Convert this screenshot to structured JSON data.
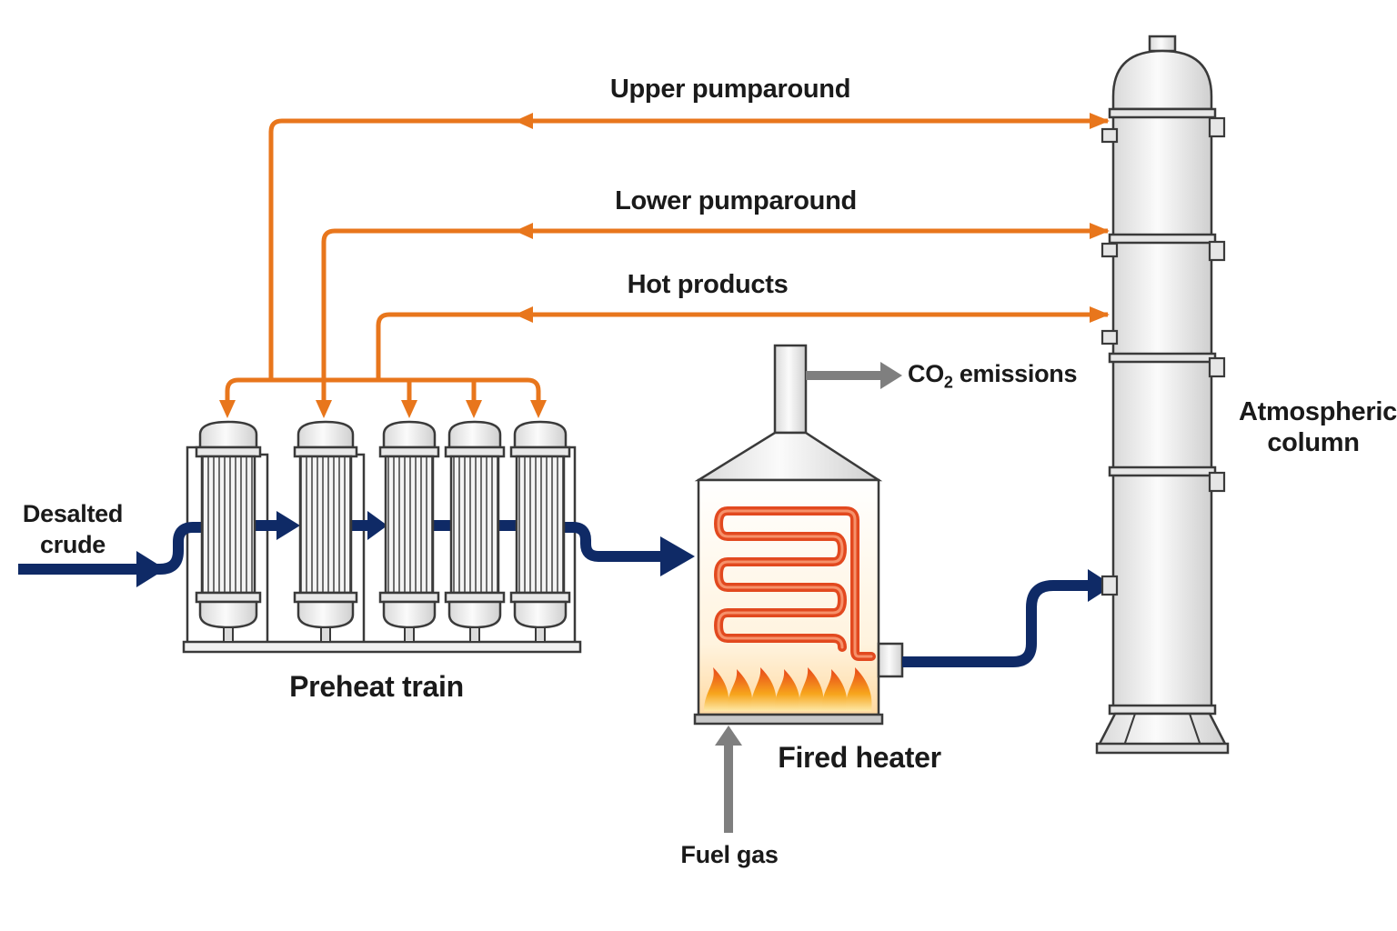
{
  "labels": {
    "upper_pumparound": "Upper pumparound",
    "lower_pumparound": "Lower pumparound",
    "hot_products": "Hot products",
    "co2_main": "CO",
    "co2_sub": "2",
    "co2_suffix": " emissions",
    "atmospheric_line1": "Atmospheric",
    "atmospheric_line2": "column",
    "desalted_line1": "Desalted",
    "desalted_line2": "crude",
    "preheat_train": "Preheat train",
    "fired_heater": "Fired heater",
    "fuel_gas": "Fuel gas"
  },
  "colors": {
    "hot_stream": "#e8761c",
    "crude_stream": "#0f2a66",
    "utility": "#7f7f7f",
    "equipment_fill": "#eeeeee",
    "equipment_outline": "#3a3a3a",
    "coil": "#e2491f",
    "flame": "#f7a51c"
  },
  "icons": {
    "exchanger": "shell-and-tube-exchanger-icon",
    "heater": "fired-heater-icon",
    "column": "distillation-column-icon",
    "flame": "flame-icon"
  }
}
